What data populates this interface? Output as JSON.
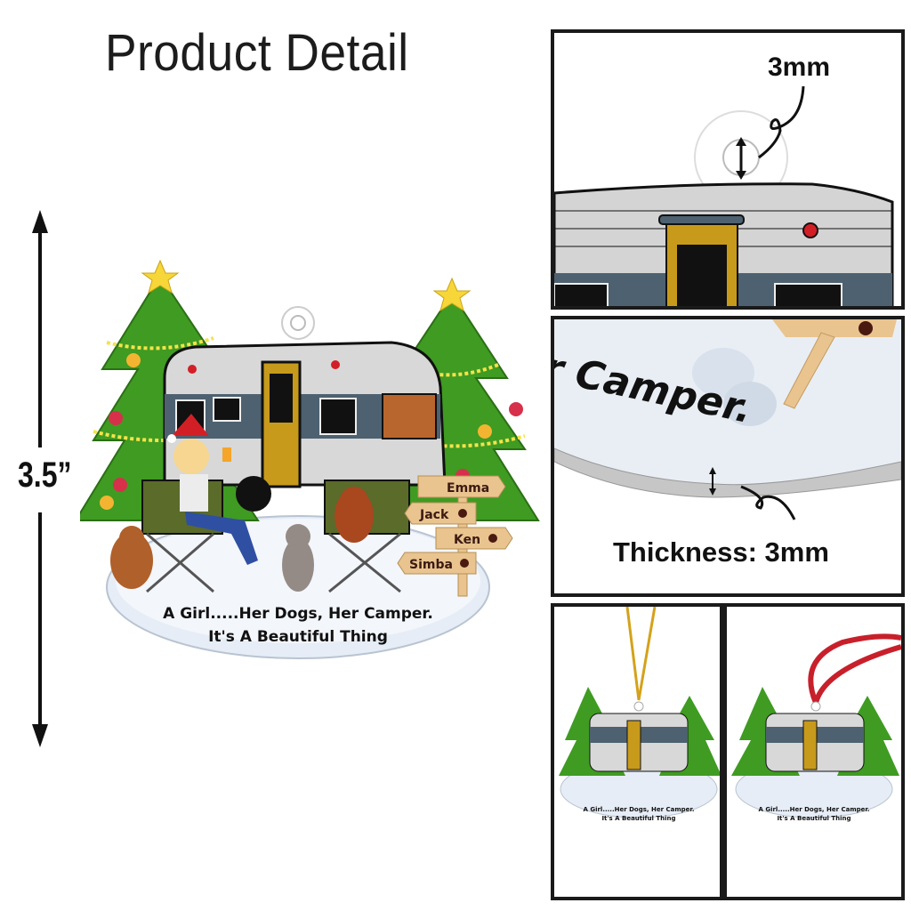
{
  "header": {
    "title": "Product Detail"
  },
  "dimension": {
    "height_label": "3.5”"
  },
  "ornament": {
    "signpost_names": [
      "Emma",
      "Jack",
      "Ken",
      "Simba"
    ],
    "caption_line1": "A Girl.....Her Dogs, Her Camper.",
    "caption_line2": "It's A Beautiful Thing",
    "icons": [
      "christmas-tree-icon",
      "camper-trailer-icon",
      "girl-in-chair-icon",
      "dog-icon",
      "paw-icon",
      "star-icon"
    ]
  },
  "detail_panels": {
    "hole": {
      "label": "3mm"
    },
    "thickness": {
      "label": "Thickness: 3mm",
      "partial_caption": "r Camper."
    },
    "variants": [
      {
        "hanger": "gold-string",
        "color": "#d4a21a"
      },
      {
        "hanger": "red-ribbon",
        "color": "#c8202b"
      }
    ]
  },
  "colors": {
    "tree_green": "#3f9b22",
    "camper_silver": "#c9c9c9",
    "camper_stripe": "#4d6170",
    "door_yellow": "#c79a1c",
    "sign_wood": "#e9c48f",
    "snow": "#dfe8f3",
    "text_dark": "#1c1c1c"
  }
}
